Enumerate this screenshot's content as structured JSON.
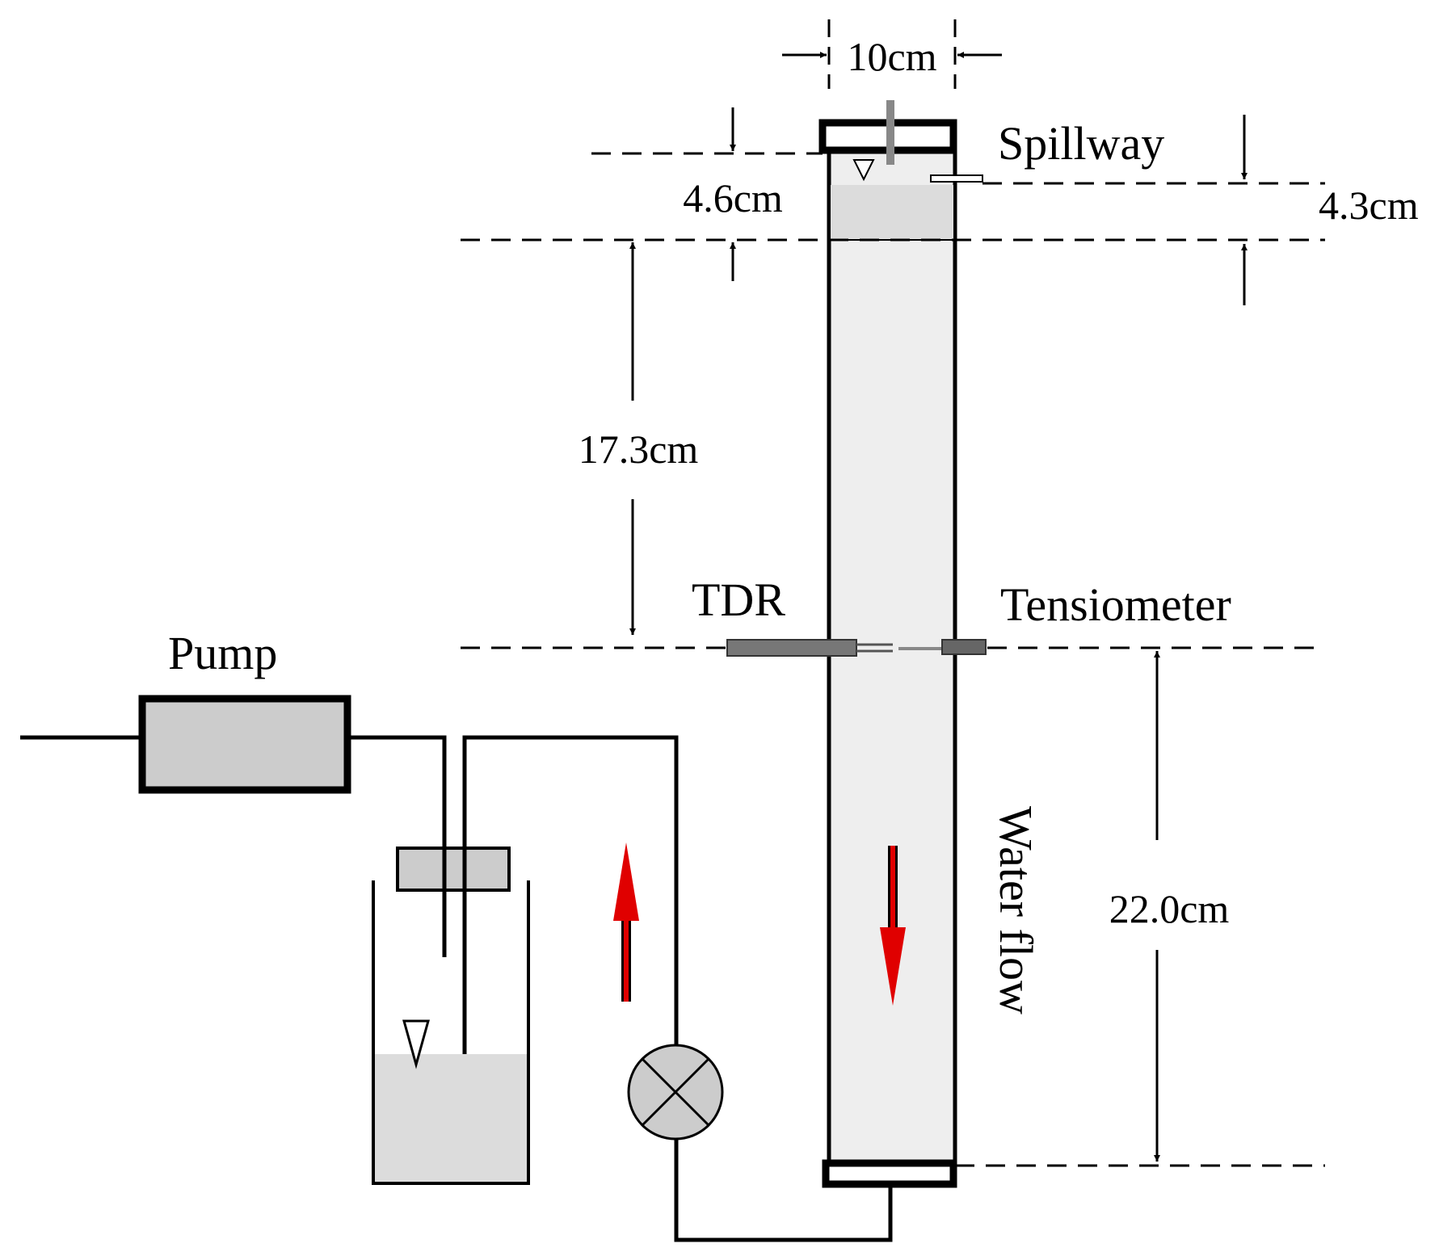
{
  "labels": {
    "width": "10cm",
    "spillway": "Spillway",
    "ponding": "4.6cm",
    "spill_height": "4.3cm",
    "upper_depth": "17.3cm",
    "tdr": "TDR",
    "tensiometer": "Tensiometer",
    "pump": "Pump",
    "lower_depth": "22.0cm",
    "water_flow": "Water flow"
  },
  "colors": {
    "stroke": "#000000",
    "soil_fill": "#eeeeee",
    "water_fill": "#dddddd",
    "pump_fill": "#cccccc",
    "probe_fill": "#777777",
    "flow_arrow": "#e00000"
  }
}
